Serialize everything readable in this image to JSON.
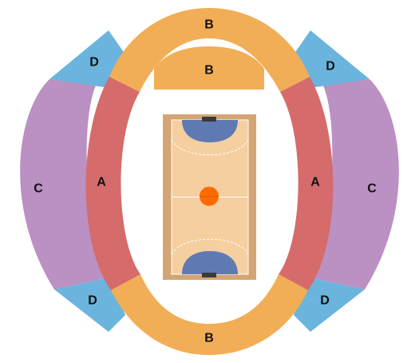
{
  "sections": {
    "A_left": {
      "label": "A",
      "color": "#d66b6b"
    },
    "A_right": {
      "label": "A",
      "color": "#d66b6b"
    },
    "B_top": {
      "label": "B",
      "color": "#f2ae56"
    },
    "B_inner": {
      "label": "B",
      "color": "#f2ae56"
    },
    "B_bottom": {
      "label": "B",
      "color": "#f2ae56"
    },
    "C_left": {
      "label": "C",
      "color": "#bb90c2"
    },
    "C_right": {
      "label": "C",
      "color": "#bb90c2"
    },
    "D_top_left": {
      "label": "D",
      "color": "#6ab4dd"
    },
    "D_top_right": {
      "label": "D",
      "color": "#6ab4dd"
    },
    "D_bottom_left": {
      "label": "D",
      "color": "#6ab4dd"
    },
    "D_bottom_right": {
      "label": "D",
      "color": "#6ab4dd"
    }
  },
  "court": {
    "border_color": "#d4a574",
    "floor_color": "#f5cfa0",
    "goal_area_color": "#5f7ab3",
    "ball_color": "#ff6a00"
  }
}
